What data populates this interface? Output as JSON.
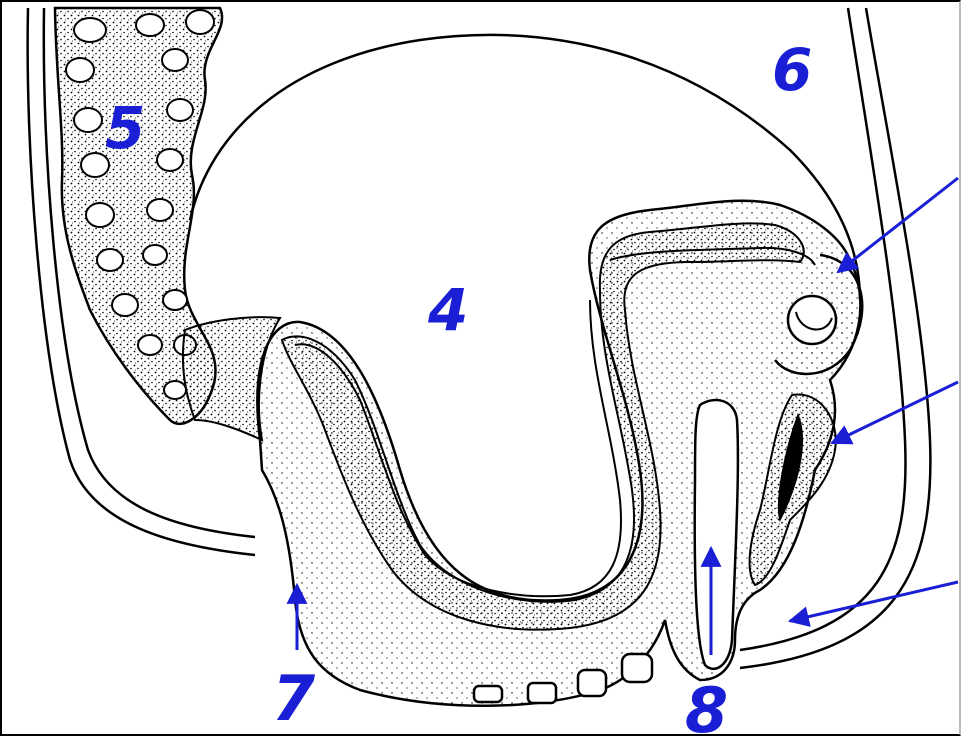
{
  "labels": {
    "l4": "4",
    "l5": "5",
    "l6": "6",
    "l7": "7",
    "l8": "8"
  },
  "colors": {
    "ink": "#000000",
    "annotation": "#1a1fd6",
    "background": "#ffffff"
  }
}
